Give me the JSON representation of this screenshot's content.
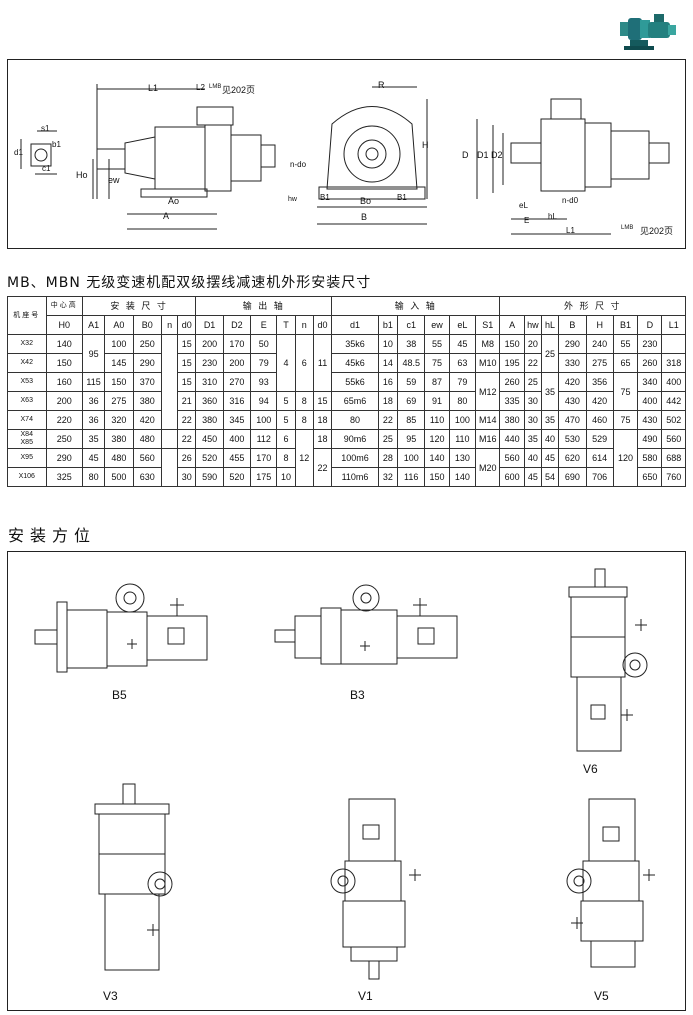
{
  "title": "MB、MBN 无级变速机配双级摆线减速机外形安装尺寸",
  "section_mount": "安装方位",
  "drawing_labels": {
    "L1": "L1",
    "L2": "L2",
    "LMB": "LMB",
    "see202": "见202页",
    "R": "R",
    "H": "H",
    "H0": "Ho",
    "ndo": "n-do",
    "hw": "hw",
    "B1": "B1",
    "B0": "Bo",
    "B": "B",
    "A0": "Ao",
    "A": "A",
    "ew": "ew",
    "d1": "d1",
    "b1": "b1",
    "c1": "c1",
    "s1": "s1",
    "D": "D",
    "D1": "D1",
    "D2": "D2",
    "nd0": "n-d0",
    "eL": "eL",
    "hL": "hL",
    "E": "E",
    "L1b": "L1",
    "LMB2": "LMB",
    "see202b": "见202页"
  },
  "table": {
    "group_headers": {
      "model": "机座号",
      "center_height": "中心高",
      "install": "安 装 尺 寸",
      "output": "输 出 轴",
      "input": "输 入 轴",
      "outline": "外 形 尺 寸"
    },
    "columns": [
      "H0",
      "A1",
      "A0",
      "B0",
      "n",
      "d0",
      "D1",
      "D2",
      "E",
      "T",
      "n",
      "d0",
      "d1",
      "b1",
      "c1",
      "ew",
      "eL",
      "S1",
      "A",
      "hw",
      "hL",
      "B",
      "H",
      "B1",
      "D",
      "L1"
    ],
    "rows": [
      {
        "model": "X32",
        "H0": "140",
        "A0": "100",
        "B0": "250",
        "d0": "15",
        "D1": "200",
        "D2": "170",
        "E": "50",
        "d1": "35k6",
        "b1": "10",
        "c1": "38",
        "ew": "55",
        "eL": "45",
        "S1": "M8",
        "A": "150",
        "hw": "20",
        "B": "290",
        "H": "240",
        "B1": "55",
        "D": "230",
        "L1": ""
      },
      {
        "model": "X42",
        "H0": "150",
        "A0": "145",
        "B0": "290",
        "d0": "15",
        "D1": "230",
        "D2": "200",
        "E": "79",
        "d1": "45k6",
        "b1": "14",
        "c1": "48.5",
        "ew": "75",
        "eL": "63",
        "A": "195",
        "hw": "22",
        "B": "330",
        "H": "275",
        "B1": "65",
        "D": "260",
        "L1": "318"
      },
      {
        "model": "X53",
        "H0": "160",
        "A1": "115",
        "A0": "150",
        "B0": "370",
        "d0": "15",
        "D1": "310",
        "D2": "270",
        "E": "93",
        "d1": "55k6",
        "b1": "16",
        "c1": "59",
        "ew": "87",
        "eL": "79",
        "A": "260",
        "hw": "25",
        "B": "420",
        "H": "356",
        "D": "340",
        "L1": "400"
      },
      {
        "model": "X63",
        "H0": "200",
        "A1": "36",
        "A0": "275",
        "B0": "380",
        "d0": "21",
        "D1": "360",
        "D2": "316",
        "E": "94",
        "T": "5",
        "n2": "8",
        "d02": "15",
        "d1": "65m6",
        "b1": "18",
        "c1": "69",
        "ew": "91",
        "eL": "80",
        "A": "335",
        "hw": "30",
        "B": "430",
        "H": "420",
        "D": "400",
        "L1": "442"
      },
      {
        "model": "X74",
        "H0": "220",
        "A1": "36",
        "A0": "320",
        "B0": "420",
        "d0": "22",
        "D1": "380",
        "D2": "345",
        "E": "100",
        "T": "5",
        "n2": "8",
        "d02": "18",
        "d1": "80",
        "b1": "22",
        "c1": "85",
        "ew": "110",
        "eL": "100",
        "S1": "M14",
        "A": "380",
        "hw": "30",
        "hL": "35",
        "B": "470",
        "H": "460",
        "B1": "75",
        "D": "430",
        "L1": "502"
      },
      {
        "model": "X84\nX85",
        "H0": "250",
        "A1": "35",
        "A0": "380",
        "B0": "480",
        "d0": "22",
        "D1": "450",
        "D2": "400",
        "E": "112",
        "T": "6",
        "d02": "18",
        "d1": "90m6",
        "b1": "25",
        "c1": "95",
        "ew": "120",
        "eL": "110",
        "S1": "M16",
        "A": "440",
        "hw": "35",
        "hL": "40",
        "B": "530",
        "H": "529",
        "D": "490",
        "L1": "560"
      },
      {
        "model": "X95",
        "H0": "290",
        "A1": "45",
        "A0": "480",
        "B0": "560",
        "d0": "26",
        "D1": "520",
        "D2": "455",
        "E": "170",
        "T": "8",
        "d1": "100m6",
        "b1": "28",
        "c1": "100",
        "ew": "140",
        "eL": "130",
        "A": "560",
        "hw": "40",
        "hL": "45",
        "B": "620",
        "H": "614",
        "D": "580",
        "L1": "688"
      },
      {
        "model": "X106",
        "H0": "325",
        "A1": "80",
        "A0": "500",
        "B0": "630",
        "d0": "30",
        "D1": "590",
        "D2": "520",
        "E": "175",
        "T": "10",
        "d1": "110m6",
        "b1": "32",
        "c1": "116",
        "ew": "150",
        "eL": "140",
        "A": "600",
        "hw": "45",
        "hL": "54",
        "B": "690",
        "H": "706",
        "D": "650",
        "L1": "760"
      }
    ],
    "merged": {
      "A1_x32_x42": "95",
      "T_x32_x53": "4",
      "n_x32_x53": "6",
      "d0_x32_x53": "11",
      "n_x84_x106": "12",
      "d0_x95_x106": "22",
      "S1_x42": "M10",
      "S1_x53_x63": "M12",
      "S1_x95_x106": "M20",
      "hL_x32_x42": "25",
      "hL_x53_x63": "35",
      "B1_x53_x63": "75",
      "B1_x74": "75",
      "B1_x84_x106": "120",
      "n_x32_x74": ""
    }
  },
  "positions": [
    "B5",
    "B3",
    "V6",
    "V3",
    "V1",
    "V5"
  ]
}
